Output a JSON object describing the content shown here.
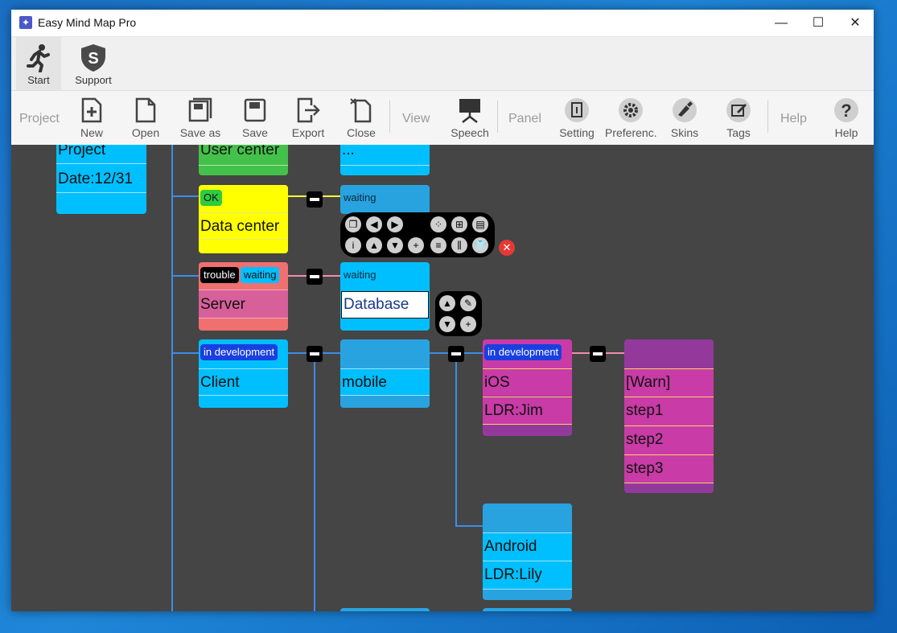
{
  "window": {
    "title": "Easy Mind Map Pro",
    "minimize": "—",
    "maximize": "☐",
    "close": "✕"
  },
  "tabs": [
    {
      "label": "Start"
    },
    {
      "label": "Support"
    }
  ],
  "toolbar": {
    "groups": {
      "project": "Project",
      "view": "View",
      "panel": "Panel",
      "help": "Help"
    },
    "buttons": {
      "new": "New",
      "open": "Open",
      "save_as": "Save as",
      "save": "Save",
      "export": "Export",
      "close": "Close",
      "speech": "Speech",
      "setting": "Setting",
      "preferences": "Preferenc.",
      "skins": "Skins",
      "tags": "Tags",
      "help": "Help"
    }
  },
  "mindmap": {
    "root": {
      "line1": "Project",
      "line2": "Date:12/31"
    },
    "user_center": {
      "label": "User center"
    },
    "ellipsis_node": {
      "label": "..."
    },
    "data_center": {
      "tag": "OK",
      "label": "Data center"
    },
    "data_child": {
      "tag": "waiting"
    },
    "server": {
      "tags": [
        "trouble",
        "waiting"
      ],
      "label": "Server"
    },
    "database": {
      "tag": "waiting",
      "label": "Database"
    },
    "client": {
      "tag": "in development",
      "label": "Client"
    },
    "mobile": {
      "label": "mobile"
    },
    "ios": {
      "tag": "in development",
      "label": "iOS",
      "leader": "LDR:Jim"
    },
    "steps": {
      "rows": [
        "[Warn]",
        "step1",
        "step2",
        "step3"
      ]
    },
    "android": {
      "label": "Android",
      "leader": "LDR:Lily"
    }
  },
  "colors": {
    "blue_node": "#00bfff",
    "green_node": "#44c14a",
    "yellow_node": "#ffff00",
    "red_node": "#f07070",
    "magenta_node": "#c93ba6",
    "purple_node": "#94399c",
    "line": "#3d8de8",
    "canvas": "#454545"
  }
}
